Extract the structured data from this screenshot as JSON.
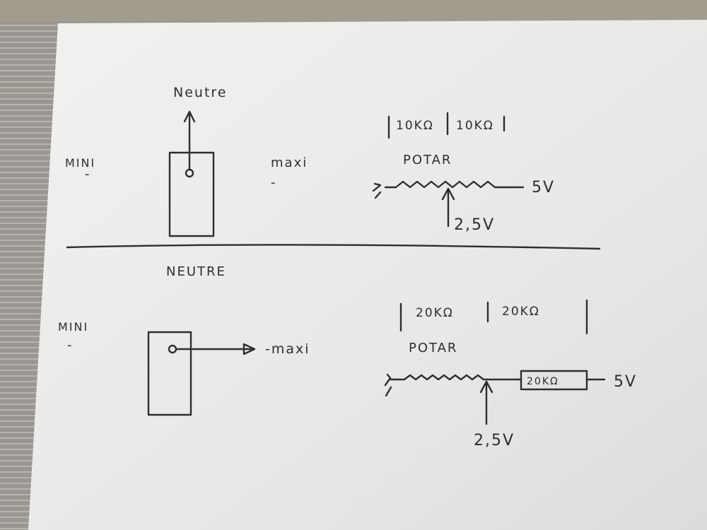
{
  "top": {
    "neutral_label": "Neutre",
    "mini_label": "MINI",
    "mini_dash": "-",
    "maxi_label": "maxi",
    "maxi_dash": "-",
    "resistance_split": [
      "10KΩ",
      "10KΩ"
    ],
    "potar_label": "POTAR",
    "supply_label": "5V",
    "wiper_label": "2,5V"
  },
  "bottom": {
    "neutral_label": "NEUTRE",
    "mini_label": "MINI",
    "mini_dash": "-",
    "maxi_label": "-maxi",
    "resistance_split": [
      "20KΩ",
      "20KΩ"
    ],
    "potar_label": "POTAR",
    "fixed_resistor_label": "20KΩ",
    "supply_label": "5V",
    "wiper_label": "2,5V"
  },
  "colors": {
    "paper": "#ecebe8",
    "ink": "#2e2e30",
    "background": "#8f8c87"
  }
}
